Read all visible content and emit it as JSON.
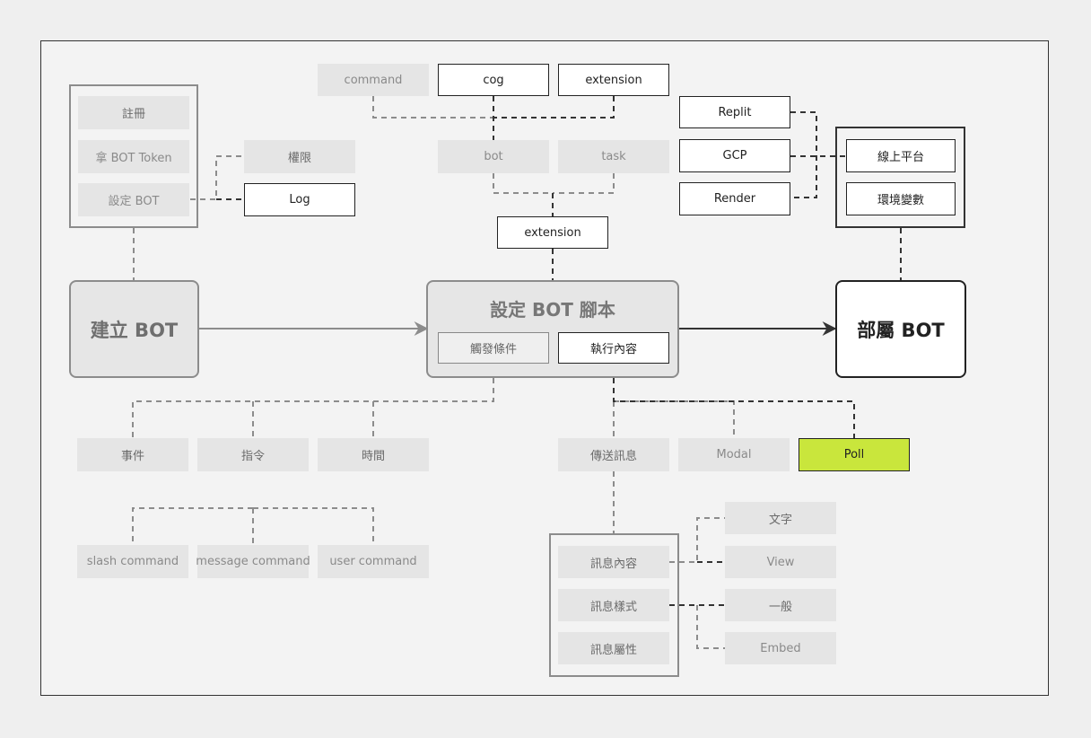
{
  "create_group": {
    "items": [
      "註冊",
      "拿 BOT Token",
      "設定 BOT"
    ]
  },
  "create_bot": {
    "label": "建立 BOT"
  },
  "perm": {
    "items": [
      "權限",
      "Log"
    ]
  },
  "module_top": {
    "items": [
      "command",
      "cog",
      "extension"
    ]
  },
  "module_mid": {
    "items": [
      "bot",
      "task"
    ]
  },
  "extension": {
    "label": "extension"
  },
  "script": {
    "title": "設定 BOT 腳本",
    "trigger": "觸發條件",
    "execute": "執行內容"
  },
  "deploy": {
    "label": "部屬 BOT"
  },
  "platforms": {
    "items": [
      "Replit",
      "GCP",
      "Render"
    ]
  },
  "online": {
    "items": [
      "線上平台",
      "環境變數"
    ]
  },
  "triggers": {
    "items": [
      "事件",
      "指令",
      "時間"
    ]
  },
  "commands": {
    "items": [
      "slash command",
      "message command",
      "user command"
    ]
  },
  "actions": {
    "items": [
      "傳送訊息",
      "Modal",
      "Poll"
    ]
  },
  "message": {
    "items": [
      "訊息內容",
      "訊息樣式",
      "訊息屬性"
    ]
  },
  "content_types": {
    "items": [
      "文字",
      "View"
    ]
  },
  "style_types": {
    "items": [
      "一般",
      "Embed"
    ]
  },
  "colors": {
    "accent": "#c9e63c",
    "line_dark": "#333333",
    "line_gray": "#8c8c8c"
  }
}
